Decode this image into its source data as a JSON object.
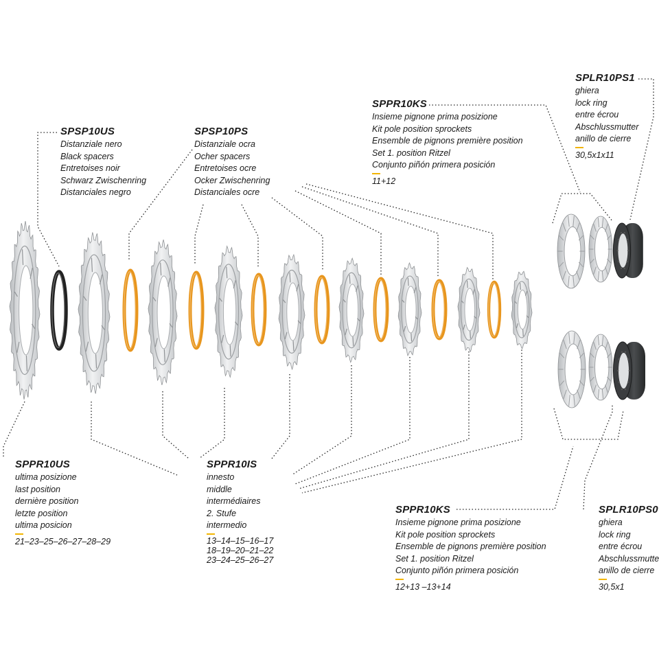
{
  "colors": {
    "accent": "#f2b400",
    "spacer_ocher": "#e8961e",
    "spacer_black": "#222222",
    "sprocket_silver": "#d6d8da",
    "lockring_dark": "#2f3132",
    "leader": "#222222"
  },
  "labels": {
    "spsp10us": {
      "code": "SPSP10US",
      "lines": [
        "Distanziale nero",
        "Black spacers",
        "Entretoises noir",
        "Schwarz Zwischenring",
        "Distanciales negro"
      ]
    },
    "spsp10ps": {
      "code": "SPSP10PS",
      "lines": [
        "Distanziale ocra",
        "Ocher spacers",
        "Entretoises ocre",
        "Ocker Zwischenring",
        "Distanciales ocre"
      ]
    },
    "sppr10ks_top": {
      "code": "SPPR10KS",
      "lines": [
        "Insieme pignone prima posizione",
        "Kit pole position sprockets",
        "Ensemble de pignons première position",
        "Set 1. position Ritzel",
        "Conjunto piñón primera posición"
      ],
      "sizes": [
        "11+12"
      ]
    },
    "splr10ps1": {
      "code": "SPLR10PS1",
      "lines": [
        "ghiera",
        "lock ring",
        "entre écrou",
        "Abschlussmutter",
        "anillo de cierre"
      ],
      "sizes": [
        "30,5x1x11"
      ]
    },
    "sppr10us": {
      "code": "SPPR10US",
      "lines": [
        "ultima posizione",
        "last position",
        "dernière position",
        "letzte position",
        "ultima posicion"
      ],
      "sizes": [
        "21–23–25–26–27–28–29"
      ]
    },
    "sppr10is": {
      "code": "SPPR10IS",
      "lines": [
        "innesto",
        "middle",
        "intermédiaires",
        "2. Stufe",
        "intermedio"
      ],
      "sizes": [
        "13–14–15–16–17",
        "18–19–20–21–22",
        "23–24–25–26–27"
      ]
    },
    "sppr10ks_bottom": {
      "code": "SPPR10KS",
      "lines": [
        "Insieme pignone prima posizione",
        "Kit pole position sprockets",
        "Ensemble de pignons première position",
        "Set 1. position Ritzel",
        "Conjunto piñón primera posición"
      ],
      "sizes": [
        "12+13 –13+14"
      ]
    },
    "splr10ps0": {
      "code": "SPLR10PS0",
      "lines": [
        "ghiera",
        "lock ring",
        "entre écrou",
        "Abschlussmutter",
        "anillo de cierre"
      ],
      "sizes": [
        "30,5x1"
      ]
    }
  }
}
